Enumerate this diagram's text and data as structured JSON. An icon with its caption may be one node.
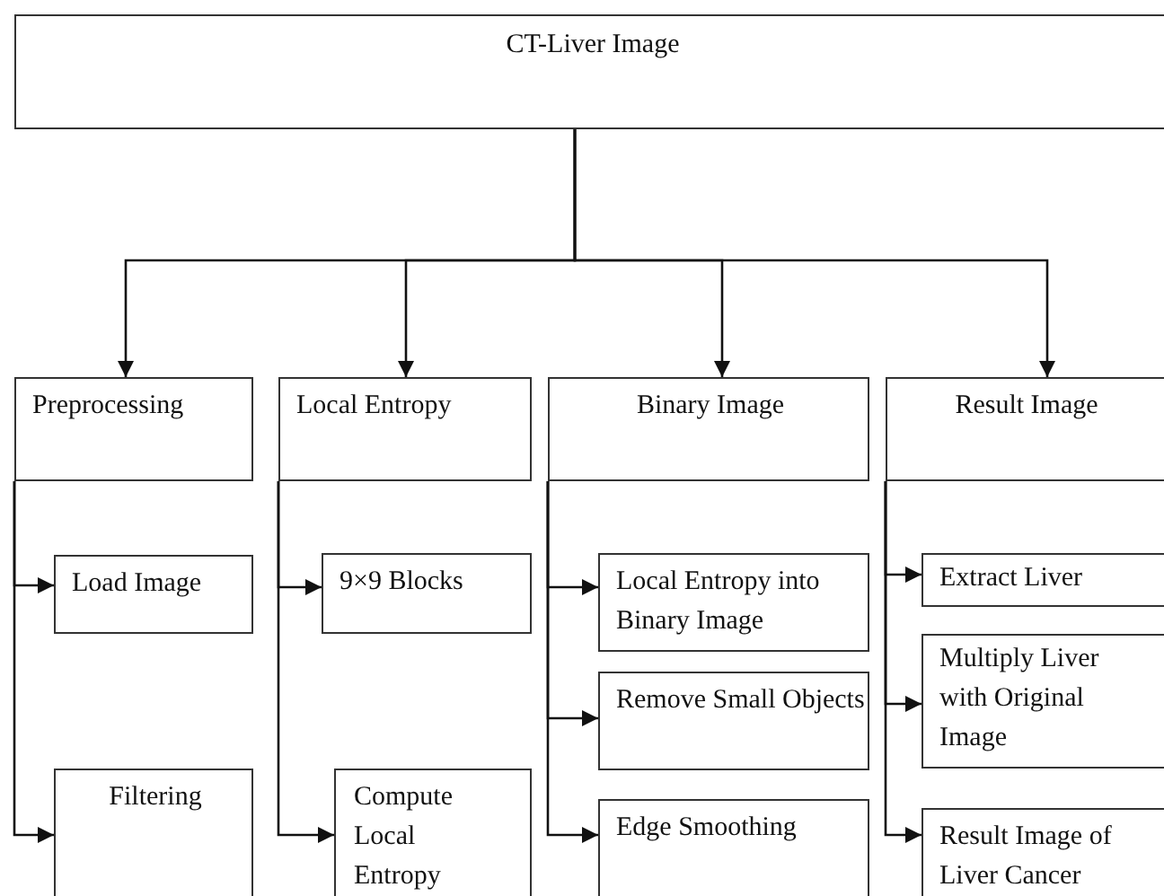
{
  "diagram": {
    "nodes": [
      {
        "text": [
          "CT-Liver Image"
        ]
      },
      {
        "text": [
          "Preprocessing"
        ]
      },
      {
        "text": [
          "Load Image"
        ]
      },
      {
        "text": [
          "Filtering"
        ]
      },
      {
        "text": [
          "Local Entropy"
        ]
      },
      {
        "text": [
          "9×9 Blocks"
        ]
      },
      {
        "text": [
          "Compute Local Entropy"
        ]
      },
      {
        "text": [
          "Binary Image"
        ]
      },
      {
        "text": [
          "Local Entropy into Binary Image"
        ]
      },
      {
        "text": [
          "Remove Small Objects"
        ]
      },
      {
        "text": [
          "Edge Smoothing"
        ]
      },
      {
        "text": [
          "Result Image"
        ]
      },
      {
        "text": [
          "Extract Liver"
        ]
      },
      {
        "text": [
          "Multiply Liver with Original Image"
        ]
      },
      {
        "text": [
          "Result Image of Liver Cancer"
        ]
      }
    ],
    "edges": [
      {
        "from": 0,
        "to": 1,
        "arrow": "to"
      },
      {
        "from": 0,
        "to": 4,
        "arrow": "to"
      },
      {
        "from": 0,
        "to": 7,
        "arrow": "to"
      },
      {
        "from": 0,
        "to": 11,
        "arrow": "to"
      },
      {
        "from": 1,
        "to": 2,
        "arrow": "to"
      },
      {
        "from": 1,
        "to": 3,
        "arrow": "to"
      },
      {
        "from": 4,
        "to": 5,
        "arrow": "to"
      },
      {
        "from": 4,
        "to": 6,
        "arrow": "to"
      },
      {
        "from": 7,
        "to": 8,
        "arrow": "to"
      },
      {
        "from": 7,
        "to": 9,
        "arrow": "to"
      },
      {
        "from": 7,
        "to": 10,
        "arrow": "to"
      },
      {
        "from": 11,
        "to": 12,
        "arrow": "to"
      },
      {
        "from": 11,
        "to": 13,
        "arrow": "to"
      },
      {
        "from": 11,
        "to": 14,
        "arrow": "to"
      }
    ]
  }
}
